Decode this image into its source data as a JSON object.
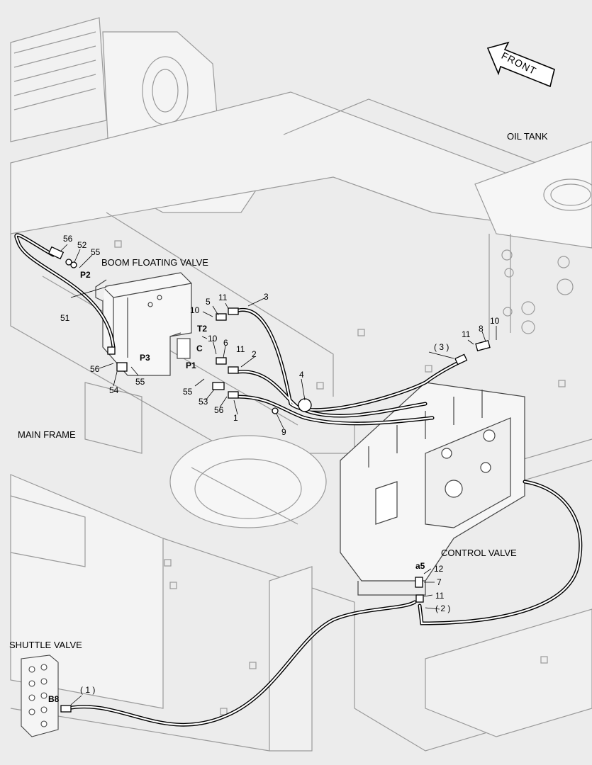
{
  "labels": {
    "front": "FRONT",
    "oil_tank": "OIL TANK",
    "boom_floating_valve": "BOOM FLOATING VALVE",
    "main_frame": "MAIN FRAME",
    "control_valve": "CONTROL VALVE",
    "shuttle_valve": "SHUTTLE VALVE"
  },
  "ports": {
    "p1": "P1",
    "p2": "P2",
    "p3": "P3",
    "t2": "T2",
    "c": "C",
    "b8": "B8",
    "a5": "a5"
  },
  "callouts": {
    "c56a": "56",
    "c52": "52",
    "c55a": "55",
    "c51": "51",
    "c10a": "10",
    "c5": "5",
    "c11a": "11",
    "c3": "3",
    "c10b": "10",
    "c6": "6",
    "c11b": "11",
    "c2": "2",
    "c4": "4",
    "c9": "9",
    "c55b": "55",
    "c53": "53",
    "c56b": "56",
    "c1": "1",
    "c56c": "56",
    "c54": "54",
    "c55c": "55",
    "c3p": "( 3 )",
    "c11c": "11",
    "c8": "8",
    "c10c": "10",
    "c12": "12",
    "c7": "7",
    "c11d": "11",
    "c2p": "( 2 )",
    "c1p": "( 1 )"
  }
}
